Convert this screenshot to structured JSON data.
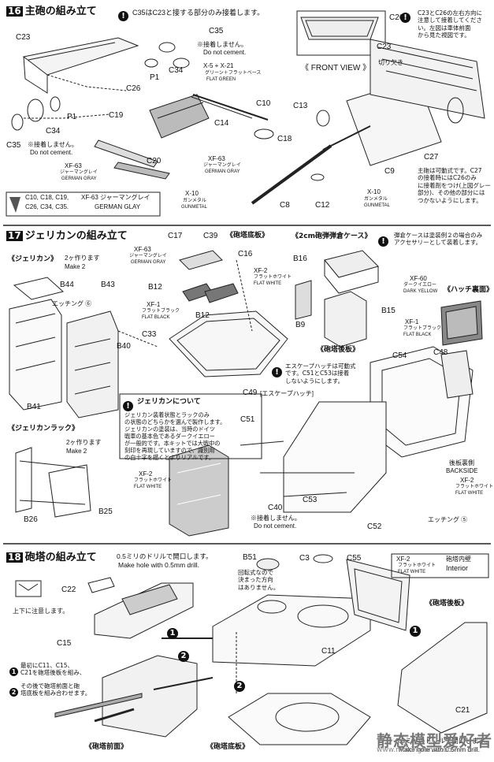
{
  "s16": {
    "num": "16",
    "title": "主砲の組み立て",
    "note_top": "C35はC23と接する部分のみ接着します。",
    "nocement_ja": "※接着しません。",
    "nocement_en": "Do not cement.",
    "x5": "X-5 + X-21",
    "x5_ja": "グリーン＋フラットベース",
    "x5_en": "FLAT GREEN",
    "xf63": "XF-63",
    "xf63_ja": "ジャーマングレイ",
    "xf63_en": "GERMAN GRAY",
    "x10": "X-10",
    "x10_ja": "ガンメタル",
    "x10_en": "GUNMETAL",
    "legend_parts1": "C10, C18, C19,",
    "legend_parts2": "C26, C34, C35.",
    "legend_color": "XF-63 ジャーマングレイ",
    "legend_color_en": "GERMAN GLAY",
    "front_view": "《 FRONT VIEW 》",
    "kirikaki": "切り欠き",
    "note_right": "C23とC26の左右方向に\n注意して接着してくださ\nい。左図は車体前面\nから見た視図です。",
    "note_bottom": "主砲は可動式です。C27\nの接着時にはC26のみ\nに接着剤をつけ(上図グレー\n部分)、その他の部分には\nつかないようにします。",
    "parts": {
      "c23": "C23",
      "c35": "C35",
      "p1": "P1",
      "c34": "C34",
      "c26": "C26",
      "c10": "C10",
      "c14": "C14",
      "c19": "C19",
      "c18": "C18",
      "c20": "C20",
      "c13": "C13",
      "c8": "C8",
      "c12": "C12",
      "c9": "C9",
      "c27": "C27"
    }
  },
  "s17": {
    "num": "17",
    "title": "ジェリカンの組み立て",
    "jerrycan": "《ジェリカン》",
    "make2_ja": "2ヶ作ります",
    "make2_en": "Make 2",
    "etching6": "エッチング ⑥",
    "rack": "《ジェリカンラック》",
    "turret_floor": "《砲塔底板》",
    "ammo_case": "《2cm砲弾弾倉ケース》",
    "hatch_inner": "《ハッチ裏面》",
    "turret_rear": "《砲塔後板》",
    "escape_hatch": "[エスケープハッチ]",
    "backside_ja": "後板裏側",
    "backside_en": "BACKSIDE",
    "etching5": "エッチング ⑤",
    "xf2": "XF-2",
    "xf2_ja": "フラットホワイト",
    "xf2_en": "FLAT WHITE",
    "xf1": "XF-1",
    "xf1_ja": "フラットブラック",
    "xf1_en": "FLAT BLACK",
    "xf60": "XF-60",
    "xf60_ja": "ダークイエロー",
    "xf60_en": "DARK YELLOW",
    "about_title": "ジェリカンについて",
    "about_text": "ジェリカン装着状態とラックのみ\nの状態のどちらかを選んで製作します。\nジェリカンの塗装は、当時のドイツ\n戦車の基本色であるダークイエロー\nが一般的です。本キットでは大戦中の\n刻印を再現していますので、識別用\nの白十字を描くとよりリアルです。",
    "ammo_note": "弾倉ケースは塗装例２の場合のみ\nアクセサリーとして装着します。",
    "escape_note": "エスケープハッチは可動式\nです。C51とC53は接着\nしないようにします。",
    "parts": {
      "b44": "B44",
      "b43": "B43",
      "b40": "B40",
      "b41": "B41",
      "b26": "B26",
      "b25": "B25",
      "c17": "C17",
      "c39": "C39",
      "c16": "C16",
      "b12a": "B12",
      "b12b": "B12",
      "c33": "C33",
      "b16": "B16",
      "b9": "B9",
      "b15": "B15",
      "c54": "C54",
      "c48": "C48",
      "c49": "C49",
      "c51": "C51",
      "c40": "C40",
      "c53": "C53",
      "c52": "C52"
    },
    "nocement_ja": "※接着しません。",
    "nocement_en": "Do not cement."
  },
  "s18": {
    "num": "18",
    "title": "砲塔の組み立て",
    "drill_ja": "0.5ミリのドリルで開口します。",
    "drill_en": "Make hole with 0.5mm drill.",
    "drill2_ja": "0.5ミリのドリルで開口します。",
    "drill2_en": "Make hole with 0.5mm drill.",
    "updown": "上下に注意します。",
    "c3_note": "回転式なので\n決まった方向\nはありません。",
    "interior_ja": "砲塔内壁",
    "interior_en": "Interior",
    "rear": "《砲塔後板》",
    "front": "《砲塔前面》",
    "floor": "《砲塔底板》",
    "step1": "最初にC11、C15、\nC21を砲塔後板を組み、",
    "step2": "その後で砲塔前面と砲\n塔底板を組み合わせます。",
    "parts": {
      "c22": "C22",
      "c15": "C15",
      "b51": "B51",
      "c3": "C3",
      "c55": "C55",
      "c11": "C11",
      "c21": "C21"
    }
  },
  "watermark": {
    "big": "静态模型爱好者",
    "small": "www.moxingfans.com"
  }
}
